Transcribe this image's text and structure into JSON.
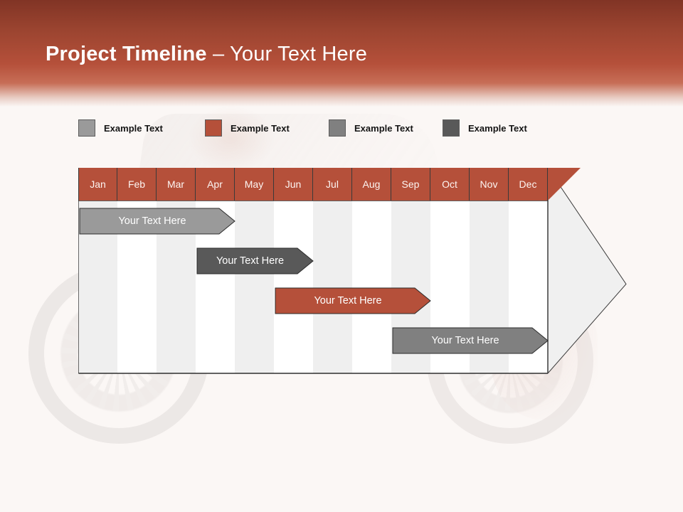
{
  "slide": {
    "title_bold": "Project Timeline",
    "title_rest": " – Your Text Here",
    "background_color": "#fbf7f5",
    "header_gradient_top": "#813425",
    "header_gradient_bottom": "#b5503a",
    "accent_color": "#b5503a"
  },
  "legend": {
    "items": [
      {
        "label": "Example Text",
        "color": "#9a9a9a",
        "x": 0
      },
      {
        "label": "Example Text",
        "color": "#b5503a",
        "x": 178
      },
      {
        "label": "Example Text",
        "color": "#808080",
        "x": 352
      },
      {
        "label": "Example Text",
        "color": "#595959",
        "x": 512
      }
    ]
  },
  "chart_data": {
    "type": "bar",
    "title": "Project Timeline – Your Text Here",
    "xlabel": "",
    "ylabel": "",
    "categories": [
      "Jan",
      "Feb",
      "Mar",
      "Apr",
      "May",
      "Jun",
      "Jul",
      "Aug",
      "Sep",
      "Oct",
      "Nov",
      "Dec"
    ],
    "months": [
      "Jan",
      "Feb",
      "Mar",
      "Apr",
      "May",
      "Jun",
      "Jul",
      "Aug",
      "Sep",
      "Oct",
      "Nov",
      "Dec"
    ],
    "series": [
      {
        "name": "Example Text",
        "label": "Your  Text Here",
        "color": "#9a9a9a",
        "start_month": "Jan",
        "end_month": "Apr",
        "start_index": 0,
        "end_index": 4,
        "row": 0
      },
      {
        "name": "Example Text",
        "label": "Your  Text Here",
        "color": "#595959",
        "start_month": "Apr",
        "end_month": "Jun",
        "start_index": 3,
        "end_index": 6,
        "row": 1
      },
      {
        "name": "Example Text",
        "label": "Your  Text Here",
        "color": "#b5503a",
        "start_month": "Jun",
        "end_month": "Sep",
        "start_index": 5,
        "end_index": 9,
        "row": 2
      },
      {
        "name": "Example Text",
        "label": "Your  Text Here",
        "color": "#808080",
        "start_month": "Sep",
        "end_month": "Nov",
        "start_index": 8,
        "end_index": 12,
        "row": 3
      }
    ],
    "grid": true,
    "legend_position": "top"
  }
}
